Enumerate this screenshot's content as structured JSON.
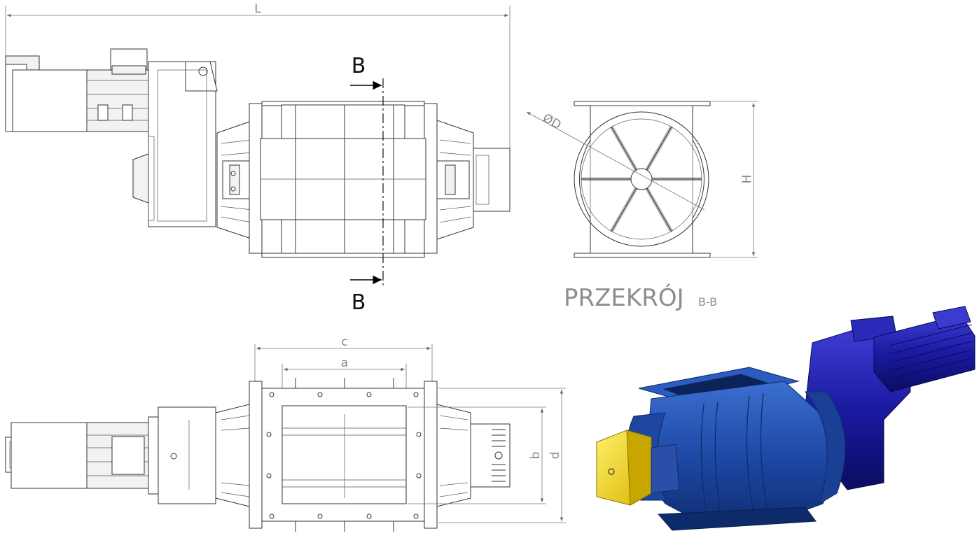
{
  "dimensions": {
    "overall_length": "L",
    "diameter": "ØD",
    "height": "H",
    "c": "c",
    "a": "a",
    "b": "b",
    "d": "d"
  },
  "section_marks": {
    "top": "B",
    "bottom": "B"
  },
  "section_title": {
    "main": "PRZEKRÓJ",
    "sub": "B-B"
  },
  "render_colors": {
    "body": "#1f4aa8",
    "motor": "#1a1aa0",
    "cover": "#e6c200"
  }
}
